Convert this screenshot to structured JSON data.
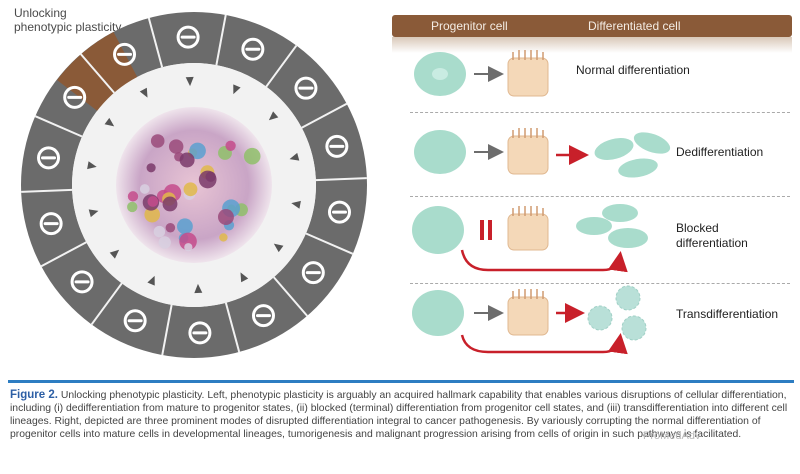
{
  "left_label": "Unlocking phenotypic plasticity",
  "wheel": {
    "segment_icons": [
      "key-icon",
      "turn-arrow-icon",
      "prohibition-icon",
      "dna-chromosome-icon",
      "flask-microbe-icon",
      "infinity-icon",
      "flame-icon",
      "cells-cluster-icon",
      "enzyme-icon",
      "branching-vessel-icon",
      "leaf-icon",
      "dna-helix-icon",
      "plus-icon",
      "flower-nucleus-icon"
    ],
    "highlight_color": "#8a5a38",
    "ring_color": "#6b6b6b"
  },
  "header": {
    "progenitor": "Progenitor cell",
    "differentiated": "Differentiated cell"
  },
  "rows": [
    {
      "label": "Normal differentiation"
    },
    {
      "label": "Dedifferentiation"
    },
    {
      "label_line1": "Blocked",
      "label_line2": "differentiation"
    },
    {
      "label": "Transdifferentiation"
    }
  ],
  "caption": {
    "figure_label": "Figure 2.",
    "text": "Unlocking phenotypic plasticity. Left, phenotypic plasticity is arguably an acquired hallmark capability that enables various disruptions of cellular differentiation, including (i) dedifferentiation from mature to progenitor states, (ii) blocked (terminal) differentiation from progenitor cell states, and (iii) transdifferentiation into different cell lineages. Right, depicted are three prominent modes of disrupted differentiation integral to cancer pathogenesis. By variously corrupting the normal differentiation of progenitor cells into mature cells in developmental lineages, tumorigenesis and malignant progression arising from cells of origin in such pathways is facilitated."
  },
  "watermark": "ProMedAdv",
  "colors": {
    "progenitor_cell": "#a9dccc",
    "differentiated_cell": "#f4d8b8",
    "arrow_red": "#c8202a",
    "arrow_gray": "#6d6d6d",
    "caption_blue": "#2d7dc2"
  }
}
